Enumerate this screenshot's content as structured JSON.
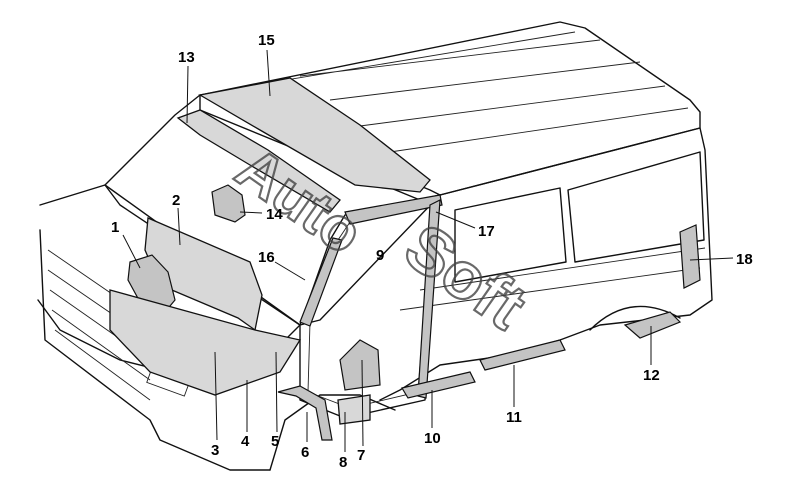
{
  "callouts": [
    {
      "id": "1",
      "label": "1"
    },
    {
      "id": "2",
      "label": "2"
    },
    {
      "id": "3",
      "label": "3"
    },
    {
      "id": "4",
      "label": "4"
    },
    {
      "id": "5",
      "label": "5"
    },
    {
      "id": "6",
      "label": "6"
    },
    {
      "id": "7",
      "label": "7"
    },
    {
      "id": "8",
      "label": "8"
    },
    {
      "id": "9",
      "label": "9"
    },
    {
      "id": "10",
      "label": "10"
    },
    {
      "id": "11",
      "label": "11"
    },
    {
      "id": "12",
      "label": "12"
    },
    {
      "id": "13",
      "label": "13"
    },
    {
      "id": "14",
      "label": "14"
    },
    {
      "id": "15",
      "label": "15"
    },
    {
      "id": "16",
      "label": "16"
    },
    {
      "id": "17",
      "label": "17"
    },
    {
      "id": "18",
      "label": "18"
    }
  ],
  "watermark": {
    "text_1": "Auto",
    "text_2": "Soft"
  },
  "colors": {
    "line": "#111111",
    "insulation_fill": "#d8d8d8",
    "background": "#ffffff"
  }
}
